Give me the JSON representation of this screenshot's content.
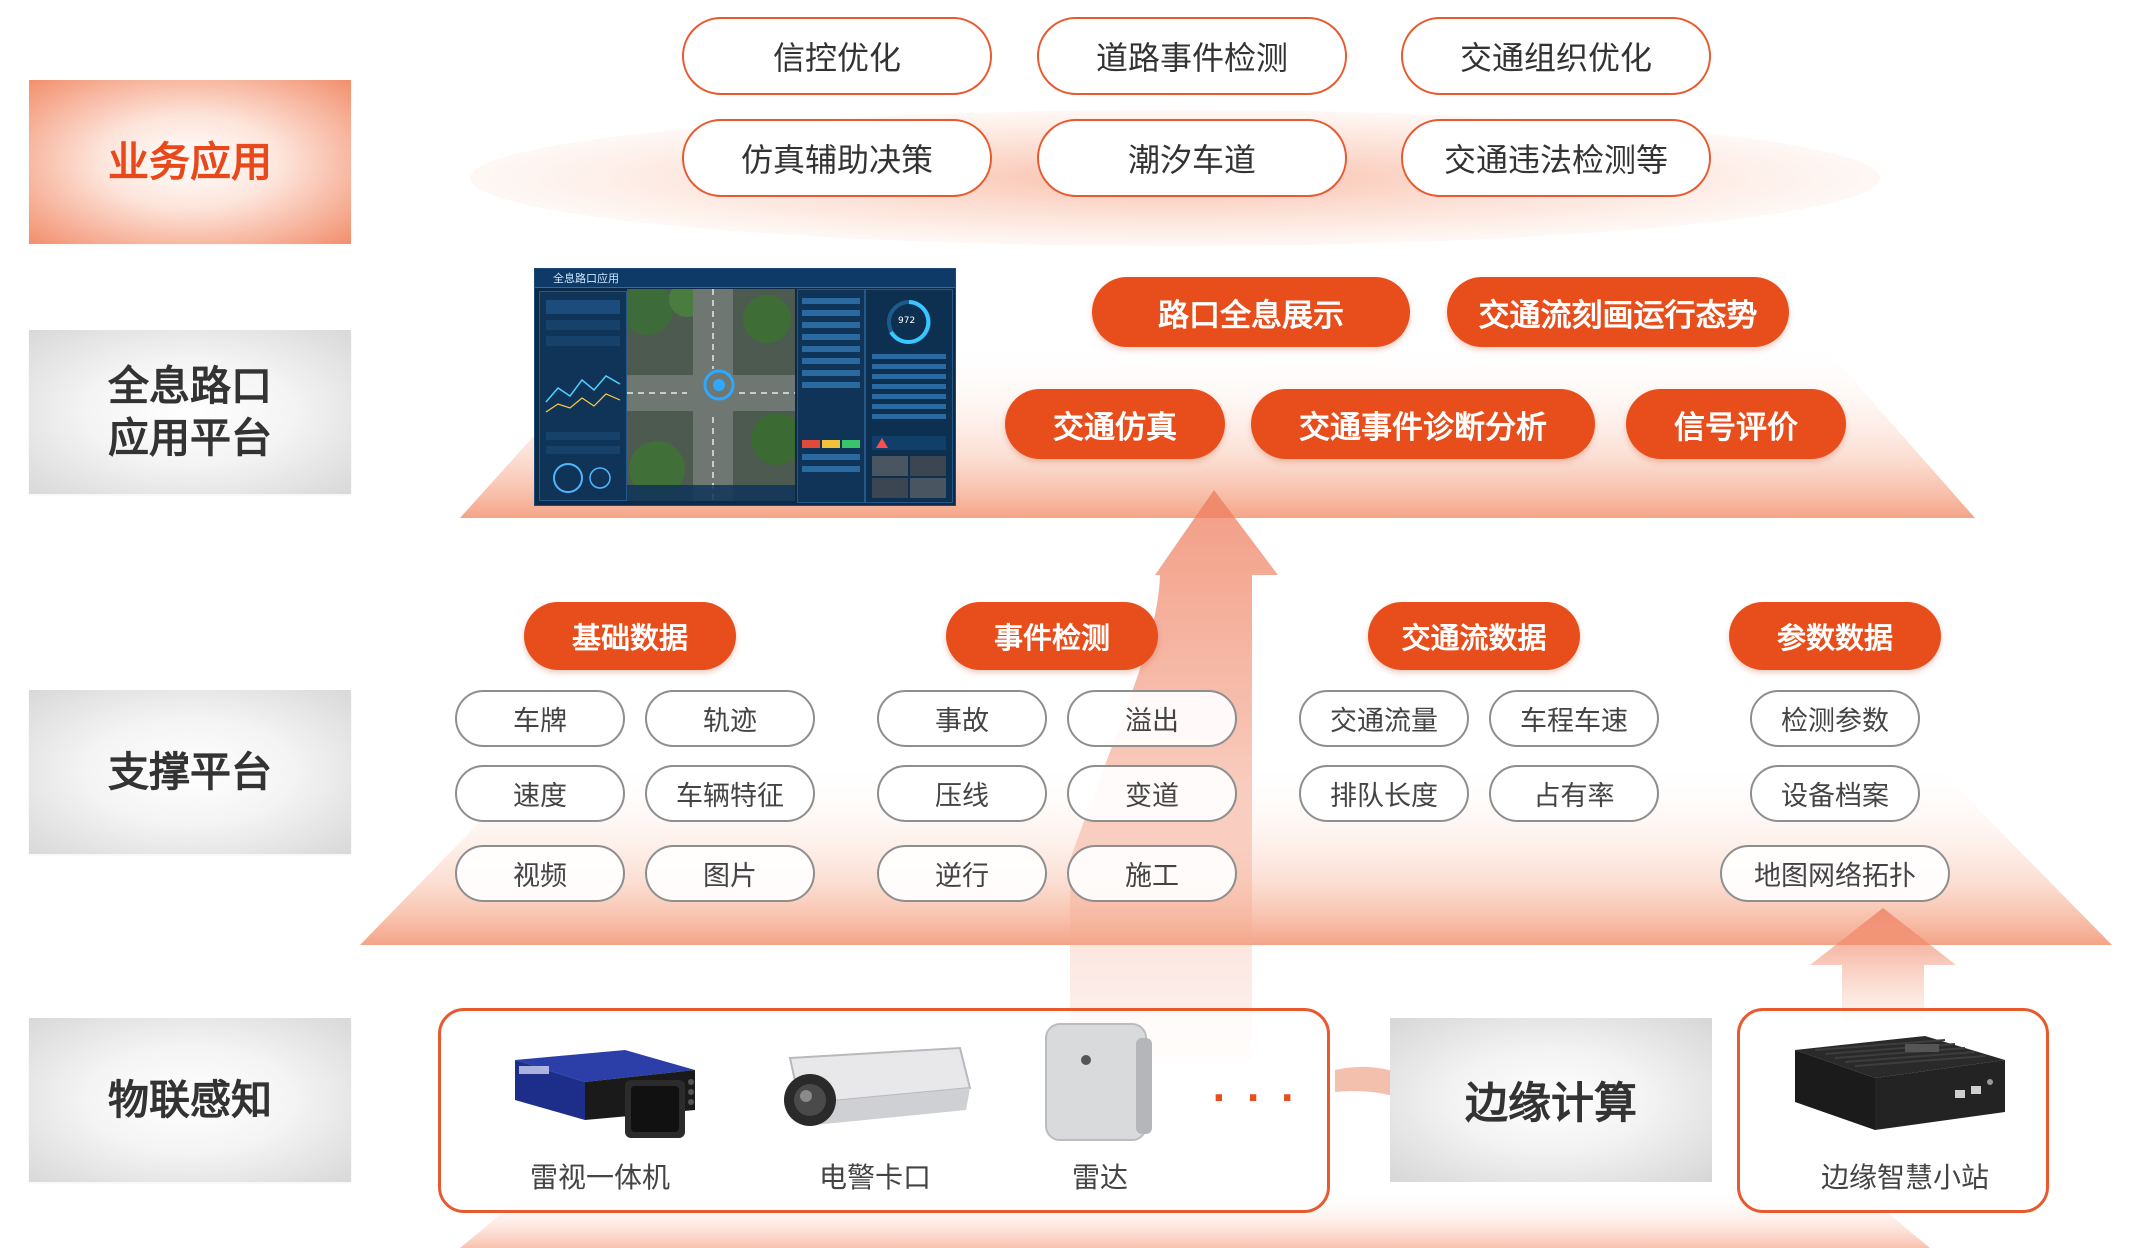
{
  "layers": {
    "business": "业务应用",
    "platform_line1": "全息路口",
    "platform_line2": "应用平台",
    "support": "支撑平台",
    "iot": "物联感知"
  },
  "business_apps": [
    "信控优化",
    "道路事件检测",
    "交通组织优化",
    "仿真辅助决策",
    "潮汐车道",
    "交通违法检测等"
  ],
  "platform_features": [
    "路口全息展示",
    "交通流刻画运行态势",
    "交通仿真",
    "交通事件诊断分析",
    "信号评价"
  ],
  "dashboard": {
    "title": "全息路口应用",
    "gauge_value": "972"
  },
  "support_groups": [
    {
      "title": "基础数据",
      "items": [
        "车牌",
        "轨迹",
        "速度",
        "车辆特征",
        "视频",
        "图片"
      ]
    },
    {
      "title": "事件检测",
      "items": [
        "事故",
        "溢出",
        "压线",
        "变道",
        "逆行",
        "施工"
      ]
    },
    {
      "title": "交通流数据",
      "items": [
        "交通流量",
        "车程车速",
        "排队长度",
        "占有率"
      ]
    },
    {
      "title": "参数数据",
      "items": [
        "检测参数",
        "设备档案",
        "地图网络拓扑"
      ]
    }
  ],
  "iot": {
    "devices": [
      "雷视一体机",
      "电警卡口",
      "雷达"
    ],
    "more": "· · ·",
    "edge_label": "边缘计算",
    "edge_station": "边缘智慧小站"
  },
  "colors": {
    "accent": "#e84e1c",
    "accent_light": "#f5b49c",
    "label_gray": "#333333"
  }
}
